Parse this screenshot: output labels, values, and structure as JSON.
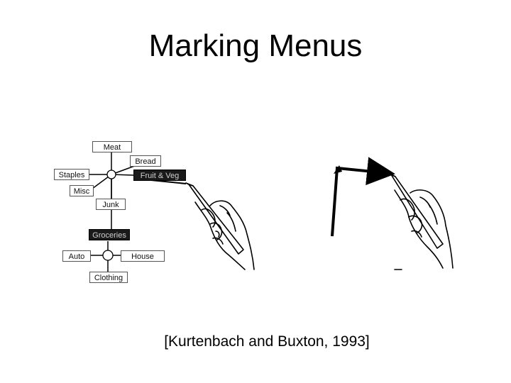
{
  "slide": {
    "title": "Marking Menus",
    "citation": "[Kurtenbach and Buxton, 1993]"
  },
  "menu": {
    "level1": {
      "items": [
        "Meat",
        "Bread",
        "Fruit & Veg",
        "Staples",
        "Misc",
        "Junk",
        "Groceries"
      ],
      "selected": "Fruit & Veg"
    },
    "level2": {
      "items": [
        "Groceries",
        "Auto",
        "House",
        "Clothing"
      ],
      "selected": "Groceries"
    }
  },
  "colors": {
    "text": "#000000",
    "selected_bg": "#1a1a1a",
    "selected_text": "#cfcfcf",
    "line": "#000000"
  },
  "icons": [
    "pen-hand-icon",
    "pen-hand-icon"
  ]
}
